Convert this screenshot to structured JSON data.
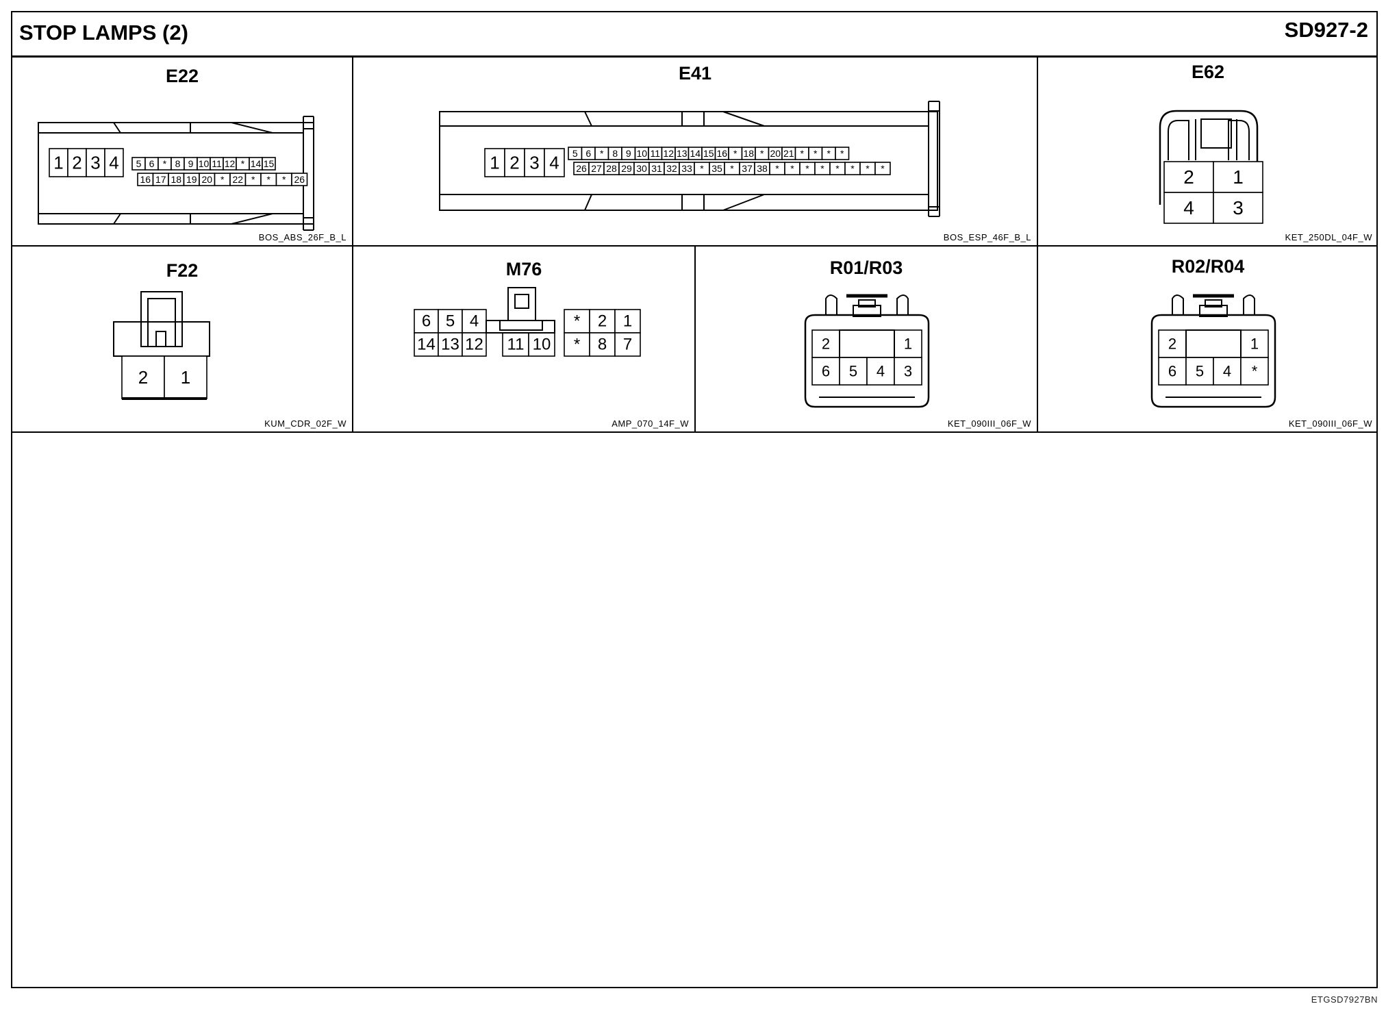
{
  "header": {
    "title": "STOP LAMPS (2)",
    "page_id": "SD927-2"
  },
  "connectors": {
    "e22": {
      "name": "E22",
      "code": "BOS_ABS_26F_B_L",
      "big": [
        "1",
        "2",
        "3",
        "4"
      ],
      "row1": [
        "5",
        "6",
        "*",
        "8",
        "9",
        "10",
        "11",
        "12",
        "*",
        "14",
        "15"
      ],
      "row2": [
        "16",
        "17",
        "18",
        "19",
        "20",
        "*",
        "22",
        "*",
        "*",
        "*",
        "26"
      ]
    },
    "e41": {
      "name": "E41",
      "code": "BOS_ESP_46F_B_L",
      "big": [
        "1",
        "2",
        "3",
        "4"
      ],
      "row1": [
        "5",
        "6",
        "*",
        "8",
        "9",
        "10",
        "11",
        "12",
        "13",
        "14",
        "15",
        "16",
        "*",
        "18",
        "*",
        "20",
        "21",
        "*",
        "*",
        "*",
        "*"
      ],
      "row2": [
        "26",
        "27",
        "28",
        "29",
        "30",
        "31",
        "32",
        "33",
        "*",
        "35",
        "*",
        "37",
        "38",
        "*",
        "*",
        "*",
        "*",
        "*",
        "*",
        "*",
        "*"
      ]
    },
    "e62": {
      "name": "E62",
      "code": "KET_250DL_04F_W",
      "pins": [
        "2",
        "1",
        "4",
        "3"
      ]
    },
    "f22": {
      "name": "F22",
      "code": "KUM_CDR_02F_W",
      "pins": [
        "2",
        "1"
      ]
    },
    "m76": {
      "name": "M76",
      "code": "AMP_070_14F_W",
      "left_top": [
        "6",
        "5",
        "4"
      ],
      "left_bottom": [
        "14",
        "13",
        "12"
      ],
      "mid_bottom": [
        "11",
        "10"
      ],
      "right_top": [
        "*",
        "2",
        "1"
      ],
      "right_bottom": [
        "*",
        "8",
        "7"
      ]
    },
    "r01": {
      "name": "R01/R03",
      "code": "KET_090III_06F_W",
      "top": [
        "2",
        "1"
      ],
      "bottom": [
        "6",
        "5",
        "4",
        "3"
      ]
    },
    "r02": {
      "name": "R02/R04",
      "code": "KET_090III_06F_W",
      "top": [
        "2",
        "1"
      ],
      "bottom": [
        "6",
        "5",
        "4",
        "*"
      ]
    }
  },
  "footer": {
    "code": "ETGSD7927BN"
  }
}
